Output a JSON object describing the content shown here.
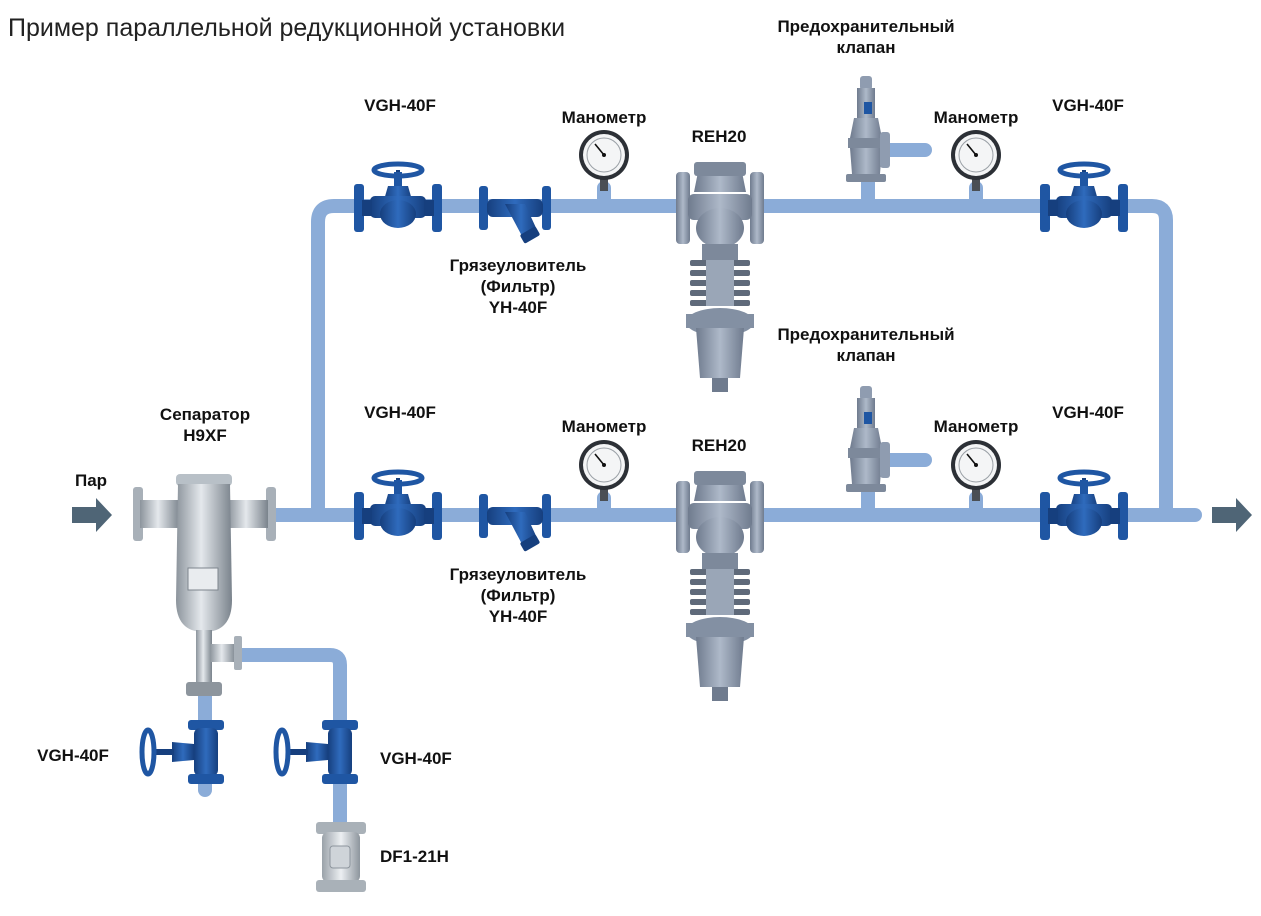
{
  "title": "Пример параллельной редукционной установки",
  "labels": {
    "steam": "Пар",
    "separator": [
      "Сепаратор",
      "H9XF"
    ],
    "valve": "VGH-40F",
    "manometer": "Манометр",
    "reducer": "REH20",
    "strainer": [
      "Грязеуловитель",
      "(Фильтр)",
      "YH-40F"
    ],
    "safety_valve": [
      "Предохранительный",
      "клапан"
    ],
    "trap": "DF1-21H"
  },
  "colors": {
    "pipe": "#8bacd8",
    "valve_blue": "#1f56a3",
    "valve_dark": "#163f7e",
    "reducer_gray": "#8f9cb0",
    "arrow": "#4f6576",
    "steel": "#c4cbd2"
  }
}
